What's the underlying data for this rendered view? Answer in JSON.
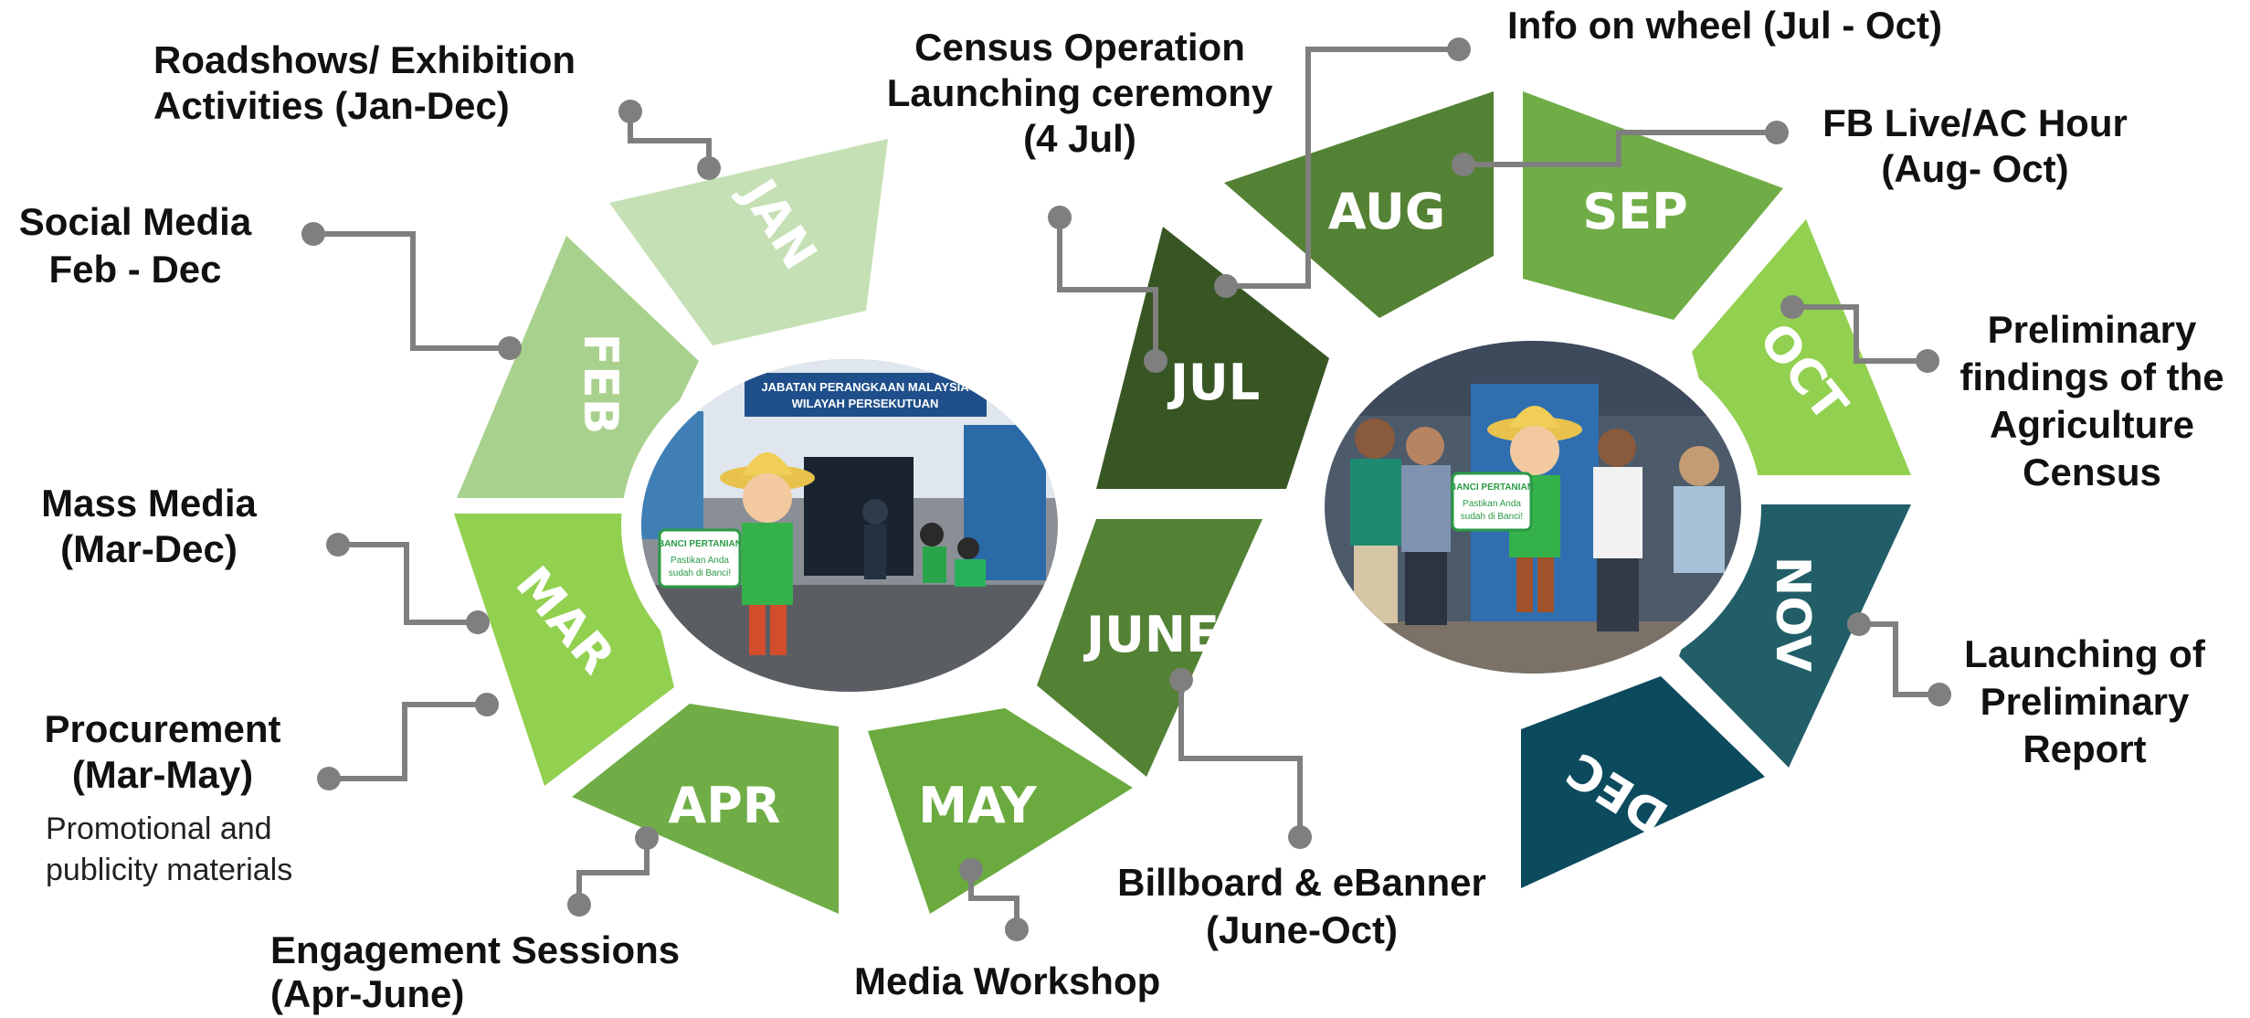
{
  "colors": {
    "jan": "#c5e0b4",
    "feb": "#a9d18e",
    "mar": "#92d050",
    "apr": "#70ad47",
    "may": "#6aaa3f",
    "june": "#548235",
    "jul": "#375623",
    "aug": "#548235",
    "sep": "#70ad47",
    "oct": "#92d050",
    "nov": "#215e68",
    "dec": "#0c4a5e",
    "leader": "#7f7f7f"
  },
  "months": {
    "jan": "JAN",
    "feb": "FEB",
    "mar": "MAR",
    "apr": "APR",
    "may": "MAY",
    "june": "JUNE",
    "jul": "JUL",
    "aug": "AUG",
    "sep": "SEP",
    "oct": "OCT",
    "nov": "NOV",
    "dec": "DEC"
  },
  "annotations": {
    "roadshows": [
      "Roadshows/ Exhibition",
      "Activities (Jan-Dec)"
    ],
    "social_media": [
      "Social Media",
      "Feb - Dec"
    ],
    "mass_media": [
      "Mass Media",
      "(Mar-Dec)"
    ],
    "procurement": [
      "Procurement",
      "(Mar-May)"
    ],
    "procurement_note": [
      "Promotional and",
      "publicity materials"
    ],
    "engagement": [
      "Engagement Sessions",
      "(Apr-June)"
    ],
    "media_workshop": [
      "Media Workshop"
    ],
    "billboard": [
      "Billboard & eBanner",
      "(June-Oct)"
    ],
    "census_launch": [
      "Census Operation",
      "Launching ceremony",
      "(4 Jul)"
    ],
    "info_wheel": [
      "Info on wheel (Jul - Oct)"
    ],
    "fb_live": [
      "FB Live/AC Hour",
      "(Aug- Oct)"
    ],
    "preliminary_findings": [
      "Preliminary",
      "findings of the",
      "Agriculture",
      "Census"
    ],
    "launching_report": [
      "Launching of",
      "Preliminary",
      "Report"
    ]
  },
  "photos": {
    "left": {
      "banner": "JABATAN PERANGKAAN MALAYSIA",
      "banner2": "WILAYAH PERSEKUTUAN",
      "sign_title": "BANCI PERTANIAN",
      "sign_text": [
        "Pastikan Anda",
        "sudah di Banci!"
      ]
    },
    "right": {
      "sign_title": "BANCI PERTANIAN",
      "sign_text": [
        "Pastikan Anda",
        "sudah di Banci!"
      ]
    }
  }
}
